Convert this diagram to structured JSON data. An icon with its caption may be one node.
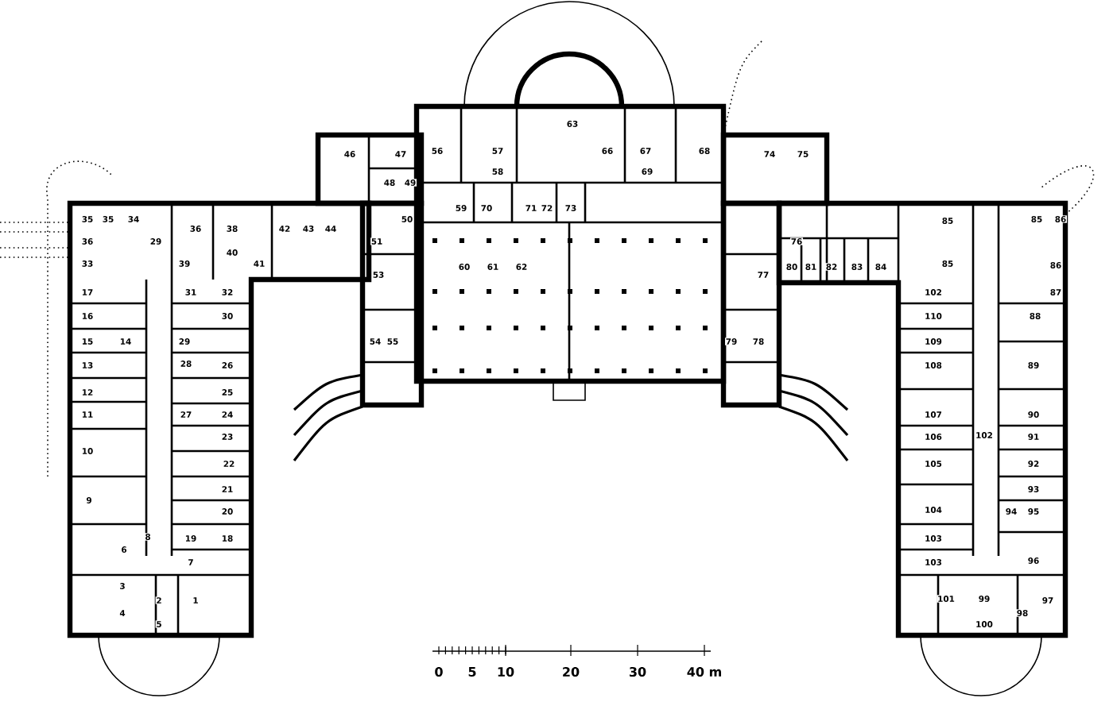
{
  "diagram": {
    "labels": [
      "63",
      "46",
      "47",
      "56",
      "57",
      "66",
      "67",
      "68",
      "74",
      "75",
      "58",
      "69",
      "48",
      "49",
      "59",
      "70",
      "71",
      "72",
      "73",
      "35",
      "35",
      "34",
      "50",
      "85",
      "85",
      "86",
      "36",
      "38",
      "42",
      "43",
      "44",
      "36",
      "29",
      "51",
      "76",
      "40",
      "33",
      "39",
      "41",
      "60",
      "61",
      "62",
      "80",
      "81",
      "82",
      "83",
      "84",
      "85",
      "86",
      "53",
      "77",
      "17",
      "31",
      "32",
      "102",
      "87",
      "16",
      "30",
      "110",
      "88",
      "15",
      "14",
      "29",
      "54",
      "55",
      "79",
      "78",
      "109",
      "13",
      "28",
      "26",
      "108",
      "89",
      "12",
      "25",
      "11",
      "27",
      "24",
      "107",
      "90",
      "23",
      "106",
      "102",
      "91",
      "10",
      "22",
      "105",
      "92",
      "21",
      "93",
      "9",
      "20",
      "104",
      "94",
      "95",
      "8",
      "19",
      "18",
      "103",
      "6",
      "7",
      "103",
      "96",
      "3",
      "2",
      "1",
      "101",
      "99",
      "97",
      "4",
      "98",
      "5",
      "100",
      "0",
      "5",
      "10",
      "20",
      "30",
      "40 m"
    ]
  }
}
